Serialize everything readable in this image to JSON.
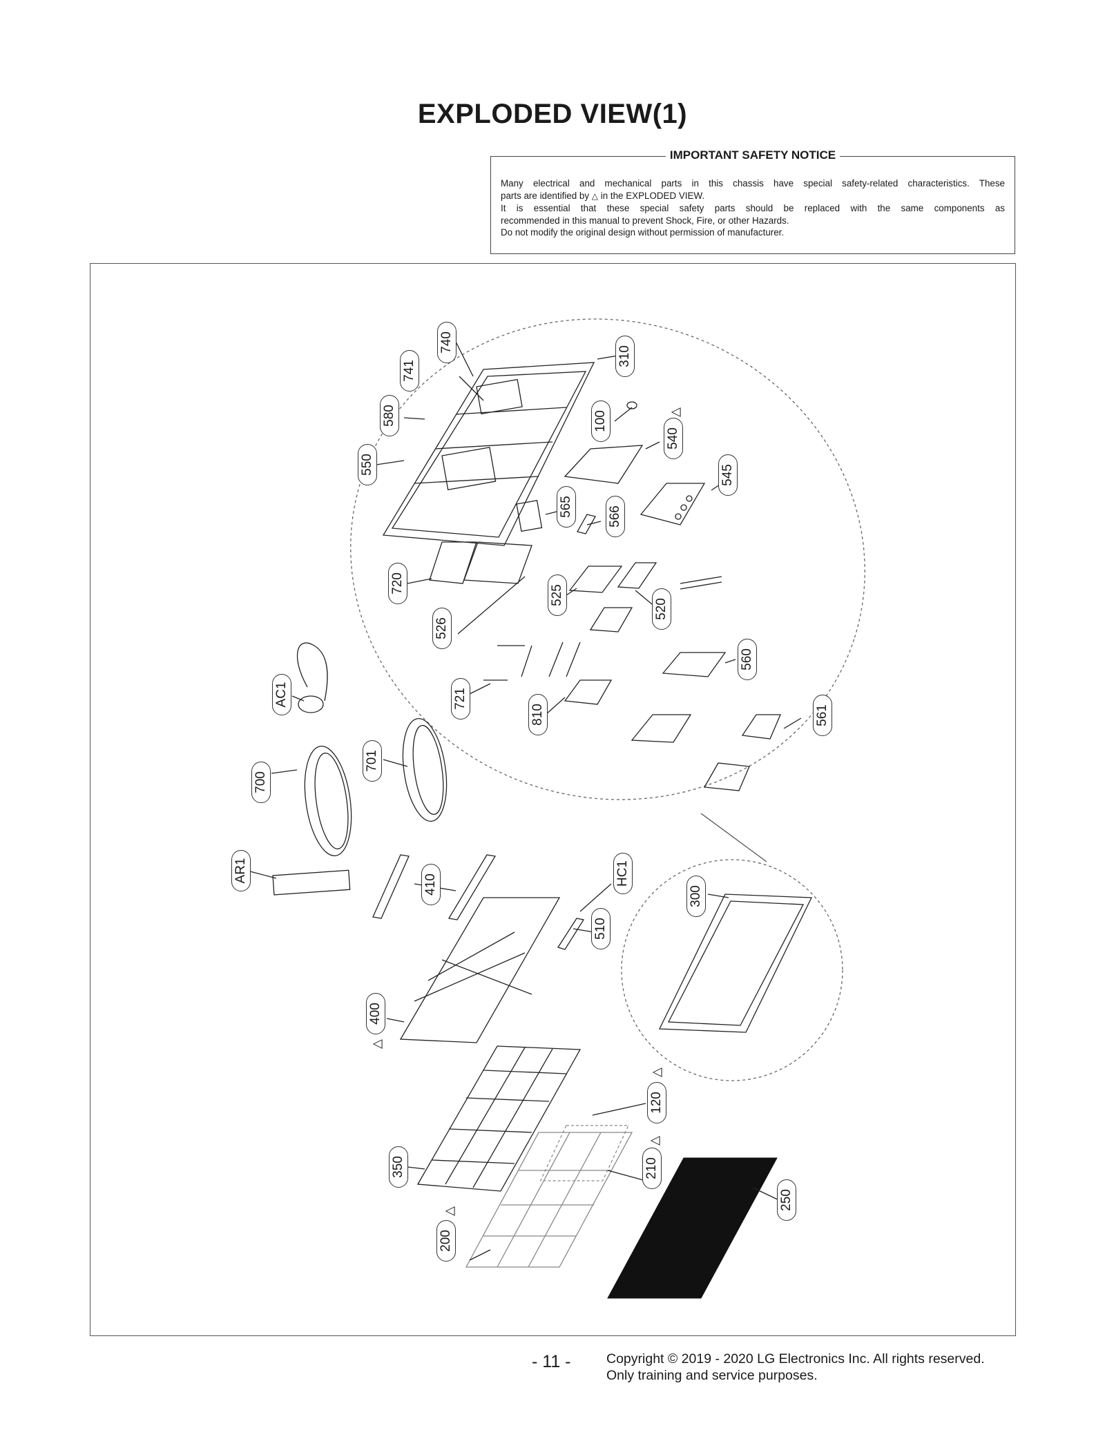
{
  "title": "EXPLODED VIEW(1)",
  "notice": {
    "heading": "IMPORTANT SAFETY NOTICE",
    "line1": "Many electrical and mechanical parts in this chassis have special safety-related characteristics. These",
    "line2a": "parts are identified by",
    "line2b": "in the EXPLODED VIEW.",
    "line3": "It is essential that these special safety parts should be replaced with the same components as",
    "line4": "recommended in this manual to prevent Shock, Fire, or other Hazards.",
    "line5": "Do not modify the original design without permission of manufacturer."
  },
  "parts": [
    "740",
    "310",
    "741",
    "580",
    "100",
    "540",
    "550",
    "545",
    "565",
    "566",
    "720",
    "525",
    "520",
    "526",
    "560",
    "AC1",
    "721",
    "810",
    "561",
    "701",
    "700",
    "AR1",
    "410",
    "HC1",
    "300",
    "510",
    "400",
    "120",
    "350",
    "210",
    "250",
    "200"
  ],
  "safety_parts": [
    "540",
    "400",
    "120",
    "210",
    "200"
  ],
  "footer": {
    "page": "- 11 -",
    "copyright1": "Copyright © 2019 - 2020 LG Electronics Inc. All rights reserved.",
    "copyright2": "Only training and service purposes."
  }
}
